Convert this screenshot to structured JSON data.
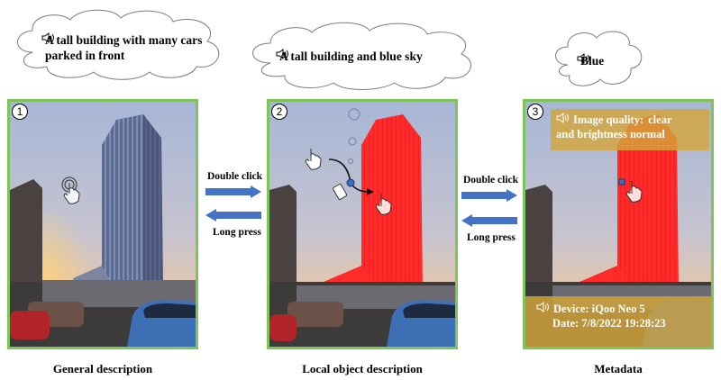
{
  "clouds": [
    {
      "text": "A tall building with many cars parked in front"
    },
    {
      "text": "A tall building and blue sky"
    },
    {
      "text": "Blue"
    }
  ],
  "panels": [
    {
      "number": "1",
      "caption": "General description"
    },
    {
      "number": "2",
      "caption": "Local object description"
    },
    {
      "number": "3",
      "caption": "Metadata"
    }
  ],
  "arrows": {
    "double_click": "Double click",
    "long_press": "Long press"
  },
  "metadata": {
    "quality_label": "Image quality:",
    "quality_value": "clear and brightness normal",
    "device": "Device: iQoo Neo 5",
    "date": "Date: 7/8/2022 19:28:23"
  },
  "colors": {
    "panel_border": "#7fc45b",
    "arrow": "#4472c4",
    "highlight": "#ff2a2a",
    "overlay": "#d4a63a"
  },
  "icons": [
    "speaker-icon",
    "touch-hand-icon",
    "phone-icon"
  ]
}
